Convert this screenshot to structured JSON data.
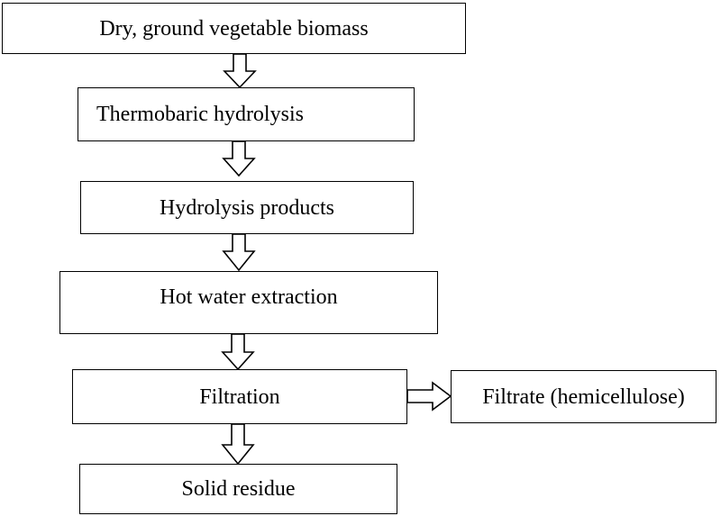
{
  "diagram": {
    "steps": {
      "biomass": "Dry, ground vegetable biomass",
      "hydrolysis": "Thermobaric hydrolysis",
      "products": "Hydrolysis products",
      "extraction": "Hot water extraction",
      "filtration": "Filtration",
      "filtrate": "Filtrate (hemicellulose)",
      "residue": "Solid residue"
    },
    "arrows": [
      {
        "from": "biomass",
        "to": "hydrolysis",
        "style": "hollow-down"
      },
      {
        "from": "hydrolysis",
        "to": "products",
        "style": "hollow-down"
      },
      {
        "from": "products",
        "to": "extraction",
        "style": "hollow-down"
      },
      {
        "from": "extraction",
        "to": "filtration",
        "style": "hollow-down"
      },
      {
        "from": "filtration",
        "to": "filtrate",
        "style": "hollow-right"
      },
      {
        "from": "filtration",
        "to": "residue",
        "style": "hollow-down"
      }
    ]
  }
}
